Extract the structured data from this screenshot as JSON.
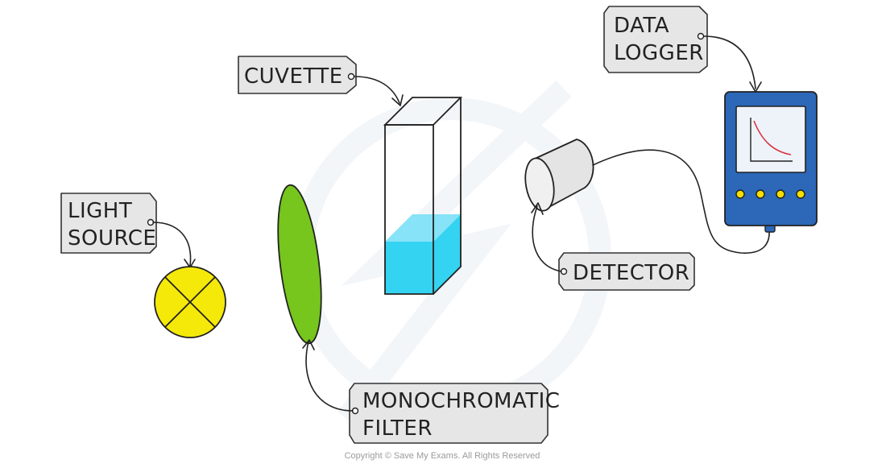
{
  "labels": {
    "cuvette": "CUVETTE",
    "data_logger_line1": "DATA",
    "data_logger_line2": "LOGGER",
    "light_source_line1": "LIGHT",
    "light_source_line2": "SOURCE",
    "detector": "DETECTOR",
    "filter_line1": "MONOCHROMATIC",
    "filter_line2": "FILTER"
  },
  "copyright": "Copyright © Save My Exams. All Rights Reserved",
  "colors": {
    "lamp": "#f5e90a",
    "filter": "#76c61e",
    "liquid_front": "#34d3f1",
    "liquid_top": "#86e3f8",
    "logger_body": "#2c67b8",
    "logger_screen": "#eef3fa",
    "logger_buttons": "#f6e000",
    "graph_curve": "#d8363f",
    "label_tag": "#e6e6e6"
  }
}
